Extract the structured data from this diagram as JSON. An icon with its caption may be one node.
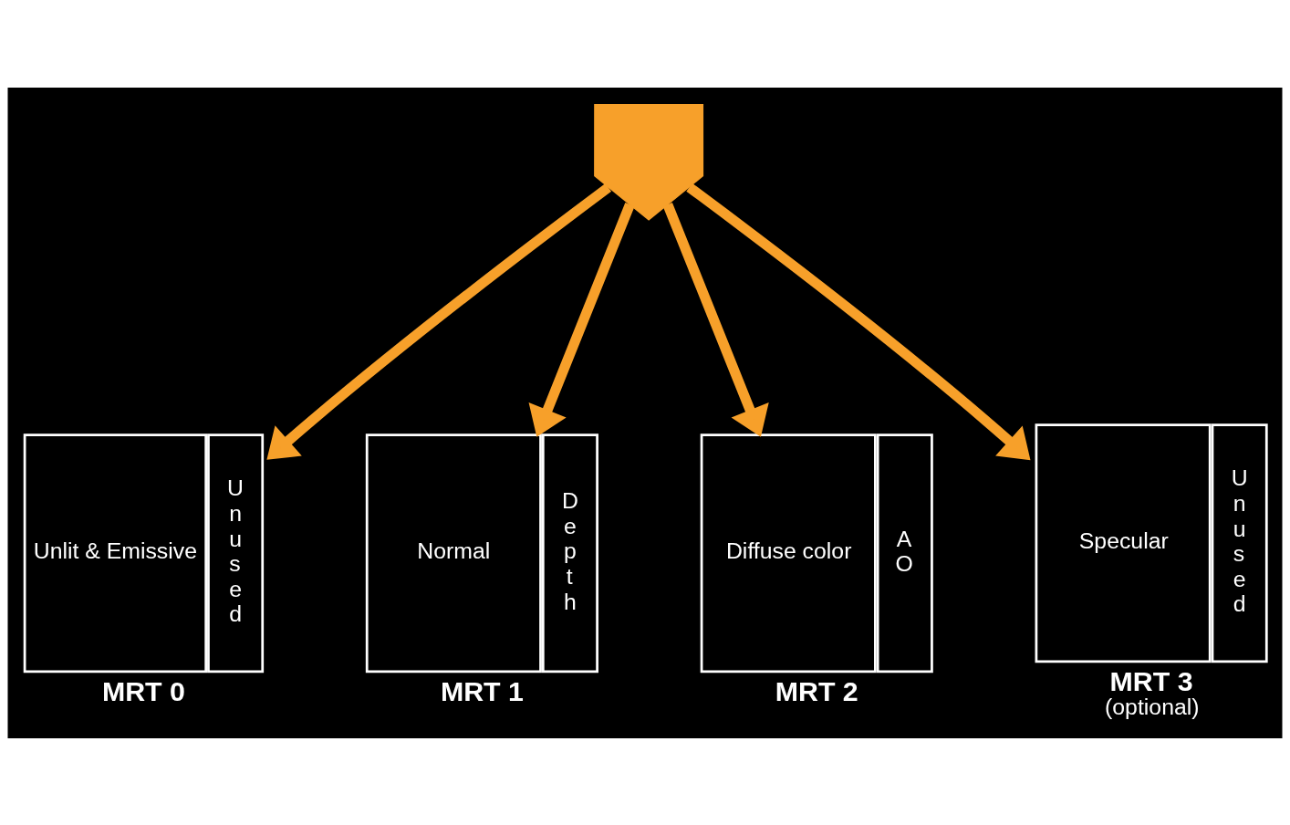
{
  "diagram": {
    "nodes": [
      {
        "text": [],
        "shape": "arrow"
      },
      {
        "text": [
          "Unlit & Emissive",
          "Unused",
          "MRT 0"
        ]
      },
      {
        "text": [
          "Normal",
          "Depth",
          "MRT 1"
        ]
      },
      {
        "text": [
          "Diffuse color",
          "AO",
          "MRT 2"
        ]
      },
      {
        "text": [
          "Specular",
          "Unused",
          "MRT 3",
          "(optional)"
        ]
      }
    ],
    "edges": [
      {
        "from": 0,
        "to": 1,
        "arrow": "to"
      },
      {
        "from": 0,
        "to": 2,
        "arrow": "to"
      },
      {
        "from": 0,
        "to": 3,
        "arrow": "to"
      },
      {
        "from": 0,
        "to": 4,
        "arrow": "to"
      }
    ]
  }
}
